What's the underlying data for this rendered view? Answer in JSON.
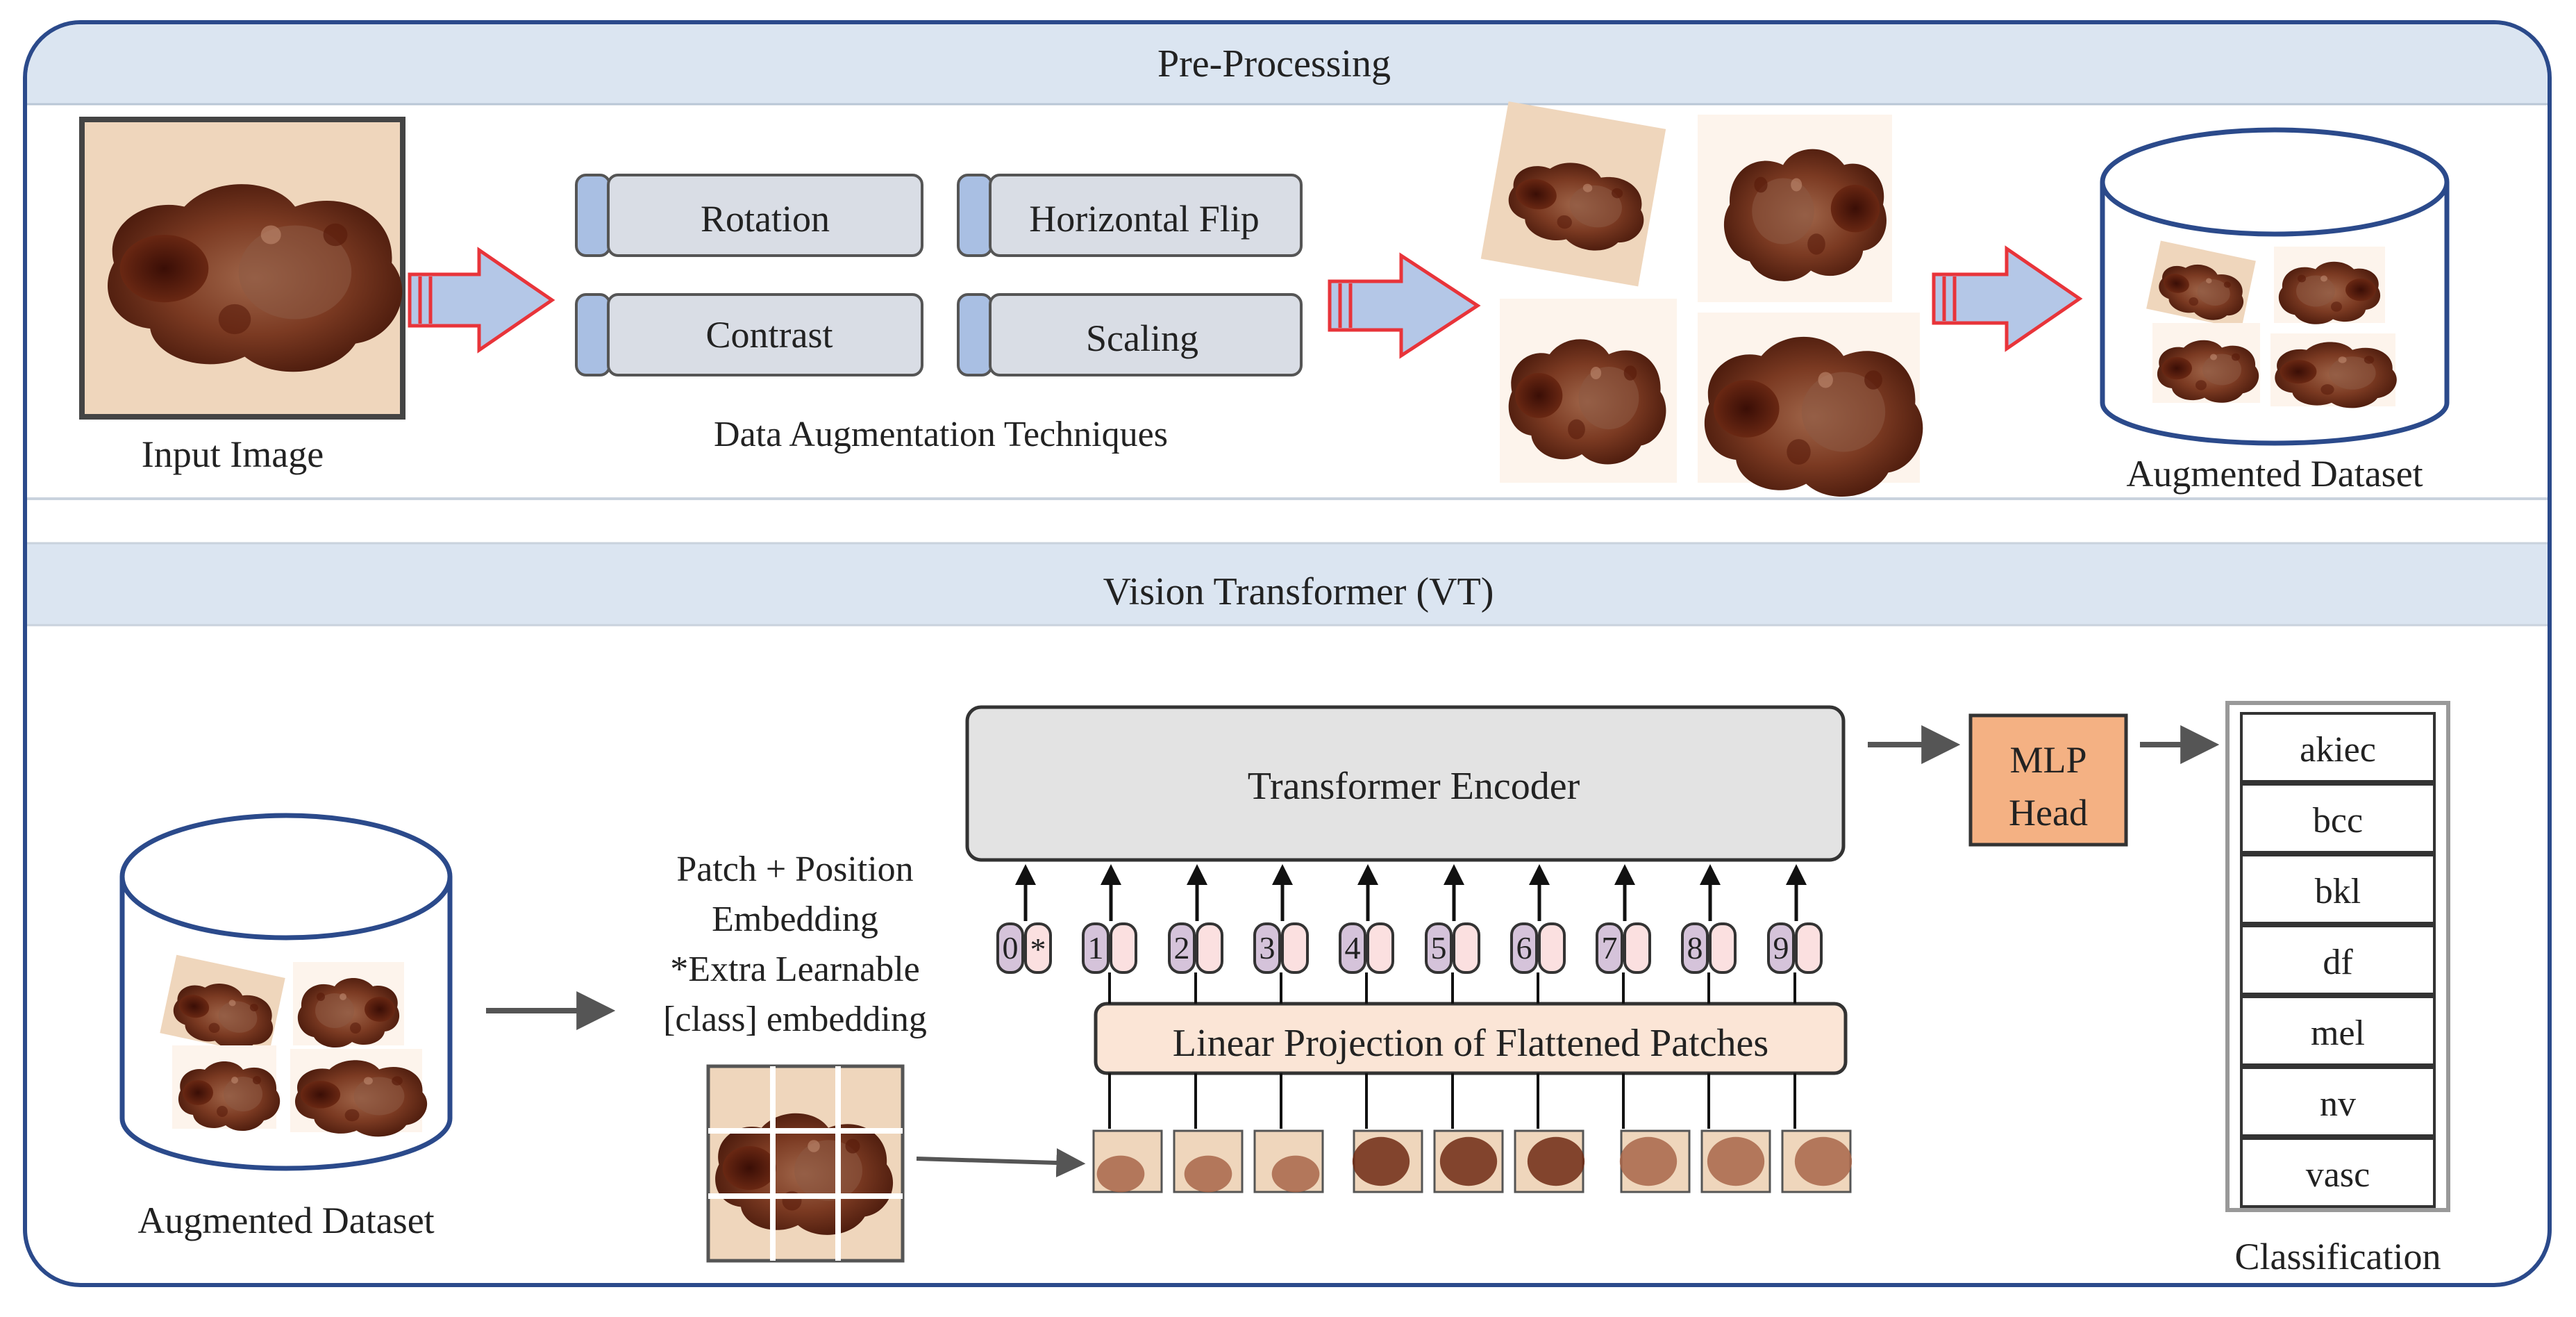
{
  "preprocessing": {
    "title": "Pre-Processing",
    "input_label": "Input Image",
    "techniques_label": "Data Augmentation Techniques",
    "techniques": [
      "Rotation",
      "Horizontal Flip",
      "Contrast",
      "Scaling"
    ],
    "dataset_label": "Augmented Dataset"
  },
  "vt": {
    "title": "Vision Transformer (VT)",
    "dataset_label": "Augmented Dataset",
    "embedding_text": [
      "Patch + Position",
      "Embedding",
      "*Extra Learnable",
      "[class] embedding"
    ],
    "encoder_label": "Transformer Encoder",
    "projection_label": "Linear Projection of Flattened Patches",
    "mlp_label": [
      "MLP",
      "Head"
    ],
    "tokens": [
      "0",
      "1",
      "2",
      "3",
      "4",
      "5",
      "6",
      "7",
      "8",
      "9"
    ],
    "class_token_marker": "*",
    "classes": [
      "akiec",
      "bcc",
      "bkl",
      "df",
      "mel",
      "nv",
      "vasc"
    ],
    "classification_label": "Classification"
  },
  "colors": {
    "panel_border": "#2b4a8b",
    "header_fill": "#dbe5f1",
    "technique_box": "#d9dde5",
    "technique_tab": "#a9bfe3",
    "arrow_fill": "#b4c7e7",
    "arrow_stroke": "#e8343a",
    "encoder_fill": "#e3e3e3",
    "projection_fill": "#fbe5d6",
    "mlp_fill": "#f4b183",
    "token_purple": "#d5c3da",
    "token_pink": "#fbe0e0",
    "lesion_dark": "#5a2212",
    "lesion_mid": "#8a4a2c",
    "skin": "#efd6bc"
  }
}
